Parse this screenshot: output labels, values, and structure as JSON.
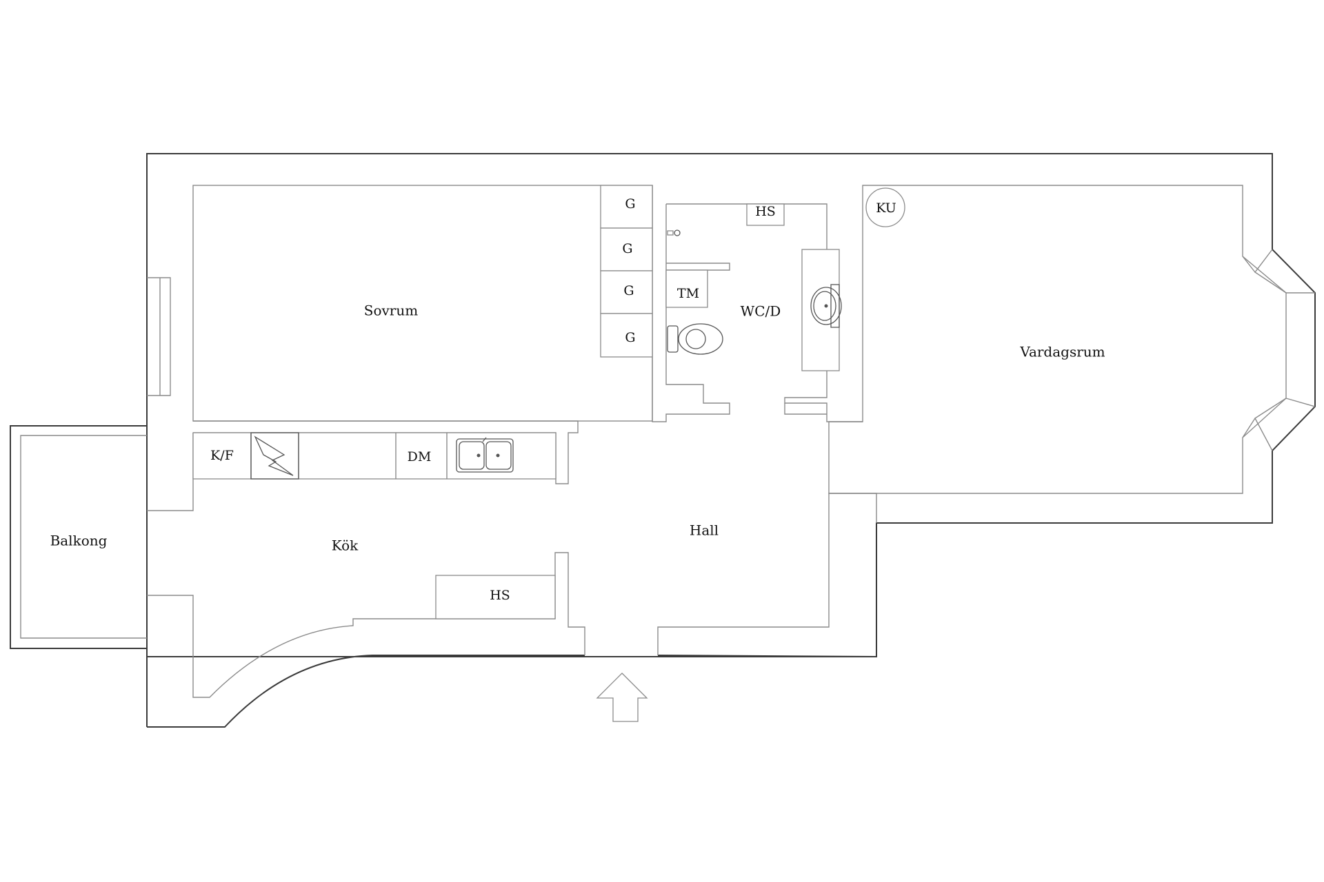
{
  "rooms": {
    "sovrum": "Sovrum",
    "wcd": "WC/D",
    "vardagsrum": "Vardagsrum",
    "balkong": "Balkong",
    "kok": "Kök",
    "hall": "Hall"
  },
  "fixtures": {
    "g1": "G",
    "g2": "G",
    "g3": "G",
    "g4": "G",
    "hs_bath": "HS",
    "tm": "TM",
    "ku": "KU",
    "kf": "K/F",
    "dm": "DM",
    "hs_hall": "HS"
  },
  "entrance_icon": "up-arrow-icon"
}
